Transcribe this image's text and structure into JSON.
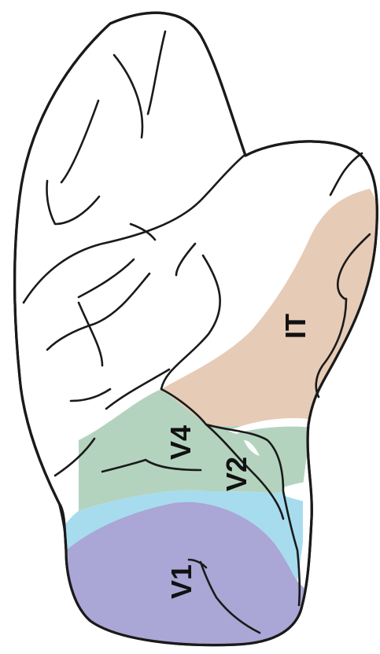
{
  "colors": {
    "V1": "#aaa6d5",
    "V2": "#a6dcee",
    "V4": "#b4d3bf",
    "IT": "#e6cbb7",
    "outline": "#1a1a1a",
    "background": "#ffffff"
  },
  "regions": [
    {
      "id": "V1",
      "label": "V1"
    },
    {
      "id": "V2",
      "label": "V2"
    },
    {
      "id": "V4",
      "label": "V4"
    },
    {
      "id": "IT",
      "label": "IT"
    }
  ]
}
